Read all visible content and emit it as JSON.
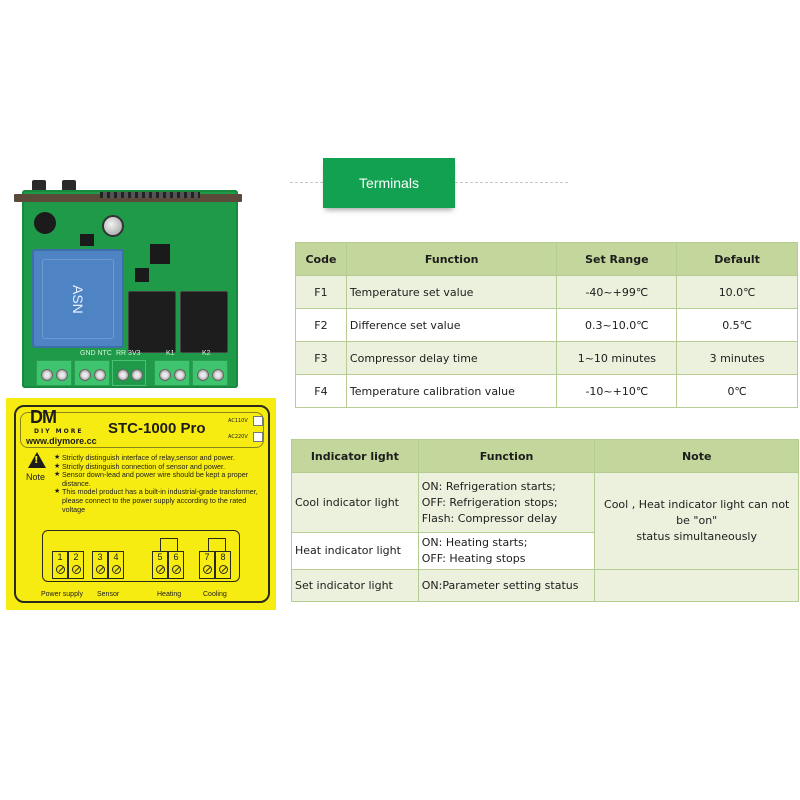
{
  "title_banner": {
    "label": "Terminals",
    "color": "#12a150"
  },
  "params_table": {
    "headers": [
      "Code",
      "Function",
      "Set Range",
      "Default"
    ],
    "rows": [
      {
        "code": "F1",
        "function": "Temperature set value",
        "range": "-40~+99℃",
        "default": "10.0℃"
      },
      {
        "code": "F2",
        "function": "Difference set value",
        "range": "0.3~10.0℃",
        "default": "0.5℃"
      },
      {
        "code": "F3",
        "function": "Compressor delay time",
        "range": "1~10 minutes",
        "default": "3 minutes"
      },
      {
        "code": "F4",
        "function": "Temperature calibration value",
        "range": "-10~+10℃",
        "default": "0℃"
      }
    ]
  },
  "lights_table": {
    "headers": [
      "Indicator light",
      "Function",
      "Note"
    ],
    "rows": [
      {
        "light": "Cool indicator light",
        "function_lines": [
          "ON:  Refrigeration starts;",
          "OFF: Refrigeration stops;",
          "Flash: Compressor delay"
        ]
      },
      {
        "light": "Heat indicator light",
        "function_lines": [
          "ON:  Heating starts;",
          "OFF:  Heating stops"
        ]
      },
      {
        "light": "Set indicator light",
        "function_lines": [
          "ON:Parameter setting status"
        ]
      }
    ],
    "note_lines": [
      "Cool , Heat indicator light can not",
      "be \"on\"",
      "status simultaneously"
    ]
  },
  "pcb": {
    "terminal_labels": [
      "GND NTC",
      "RR 3V3",
      "K1",
      "K2"
    ],
    "transformer_brand": "ASN"
  },
  "label": {
    "brand_logo": "DM",
    "brand_name": "DIY MORE",
    "brand_url": "www.diymore.cc",
    "model": "STC-1000 Pro",
    "voltage_options": [
      "AC110V",
      "AC220V"
    ],
    "note_word": "Note",
    "notes": [
      "Strictly distinguish interface of relay,sensor and power.",
      "Strictly distinguish connection of sensor and power.",
      "Sensor down-lead and power wire should be kept a proper distance.",
      "This model product has a built-in industrial-grade transformer, please connect to the power supply according to the rated voltage"
    ],
    "terminals": [
      "1",
      "2",
      "3",
      "4",
      "5",
      "6",
      "7",
      "8"
    ],
    "terminal_groups": [
      "Power supply",
      "Sensor",
      "Heating",
      "Cooling"
    ]
  }
}
